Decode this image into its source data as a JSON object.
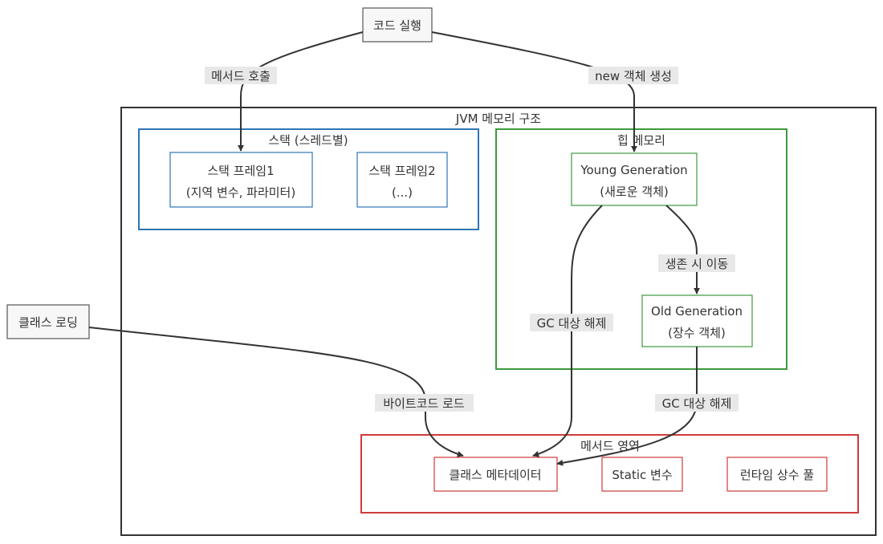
{
  "external": {
    "code_exec": "코드 실행",
    "class_loading": "클래스 로딩"
  },
  "jvm": {
    "title": "JVM 메모리 구조",
    "stack": {
      "title": "스택 (스레드별)",
      "frame1": {
        "line1": "스택 프레임1",
        "line2": "(지역 변수, 파라미터)"
      },
      "frame2": {
        "line1": "스택 프레임2",
        "line2": "(...)"
      }
    },
    "heap": {
      "title": "힙 메모리",
      "young": {
        "line1": "Young Generation",
        "line2": "(새로운 객체)"
      },
      "old": {
        "line1": "Old Generation",
        "line2": "(장수 객체)"
      }
    },
    "method_area": {
      "title": "메서드 영역",
      "class_meta": "클래스 메타데이터",
      "static_vars": "Static 변수",
      "runtime_pool": "런타임 상수 풀"
    }
  },
  "edges": {
    "method_call": "메서드 호출",
    "new_object": "new 객체 생성",
    "survive_move": "생존 시 이동",
    "gc_young": "GC 대상 해제",
    "gc_old": "GC 대상 해제",
    "bytecode_load": "바이트코드 로드"
  },
  "colors": {
    "stack": "#2e75b6",
    "heap": "#3c9a3c",
    "method_area": "#d03a3a",
    "jvm": "#333333",
    "edge": "#333333"
  }
}
